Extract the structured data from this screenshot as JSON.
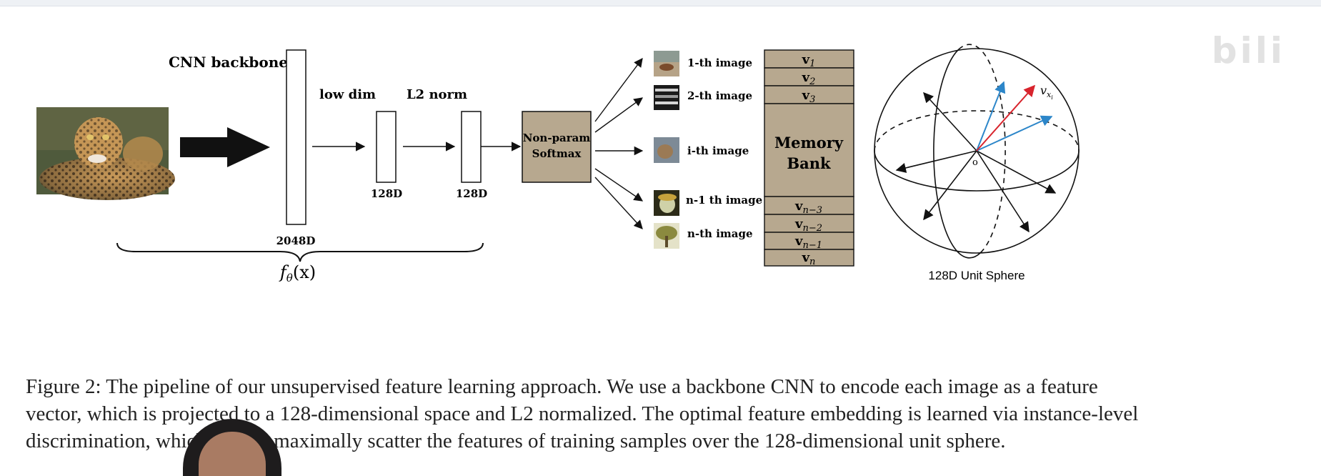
{
  "diagram": {
    "cnn_backbone_label": "CNN backbone",
    "dim_2048_label": "2048D",
    "low_dim_label": "low dim",
    "dim_128_label_a": "128D",
    "l2_norm_label": "L2 norm",
    "dim_128_label_b": "128D",
    "softmax_label_line1": "Non-param",
    "softmax_label_line2": "Softmax",
    "f_theta_f": "f",
    "f_theta_sub": "θ",
    "f_theta_rest": "(x)",
    "images": [
      {
        "label": "1-th image",
        "icon": "bird-thumbnail-icon"
      },
      {
        "label": "2-th image",
        "icon": "pattern-thumbnail-icon"
      },
      {
        "label": "i-th image",
        "icon": "animal-thumbnail-icon"
      },
      {
        "label": "n-1 th image",
        "icon": "face-thumbnail-icon"
      },
      {
        "label": "n-th image",
        "icon": "tree-thumbnail-icon"
      }
    ],
    "memory_bank": {
      "label_line1": "Memory",
      "label_line2": "Bank",
      "top_rows": [
        {
          "main": "v",
          "sub": "1"
        },
        {
          "main": "v",
          "sub": "2"
        },
        {
          "main": "v",
          "sub": "3"
        }
      ],
      "bottom_rows": [
        {
          "main": "v",
          "sub": "n−3"
        },
        {
          "main": "v",
          "sub": "n−2"
        },
        {
          "main": "v",
          "sub": "n−1"
        },
        {
          "main": "v",
          "sub": "n"
        }
      ]
    },
    "sphere": {
      "label": "128D Unit Sphere",
      "origin_label": "o",
      "vx_main": "v",
      "vx_sub": "x",
      "vx_subsub": "i"
    },
    "colors": {
      "box_fill": "#b7a88f",
      "red_vector": "#d8242d",
      "blue_vector": "#2c86c9"
    }
  },
  "caption": {
    "line1": "Figure 2:  The pipeline of our unsupervised feature learning approach.  We use a backbone CNN to encode each image as a feature",
    "line2": "vector, which is projected to a 128-dimensional space and L2 normalized.  The optimal feature embedding is learned via instance-level",
    "line3": "discrimination, which tries to maximally scatter the features of training samples over the 128-dimensional unit sphere."
  },
  "watermark": {
    "text": "bili"
  }
}
